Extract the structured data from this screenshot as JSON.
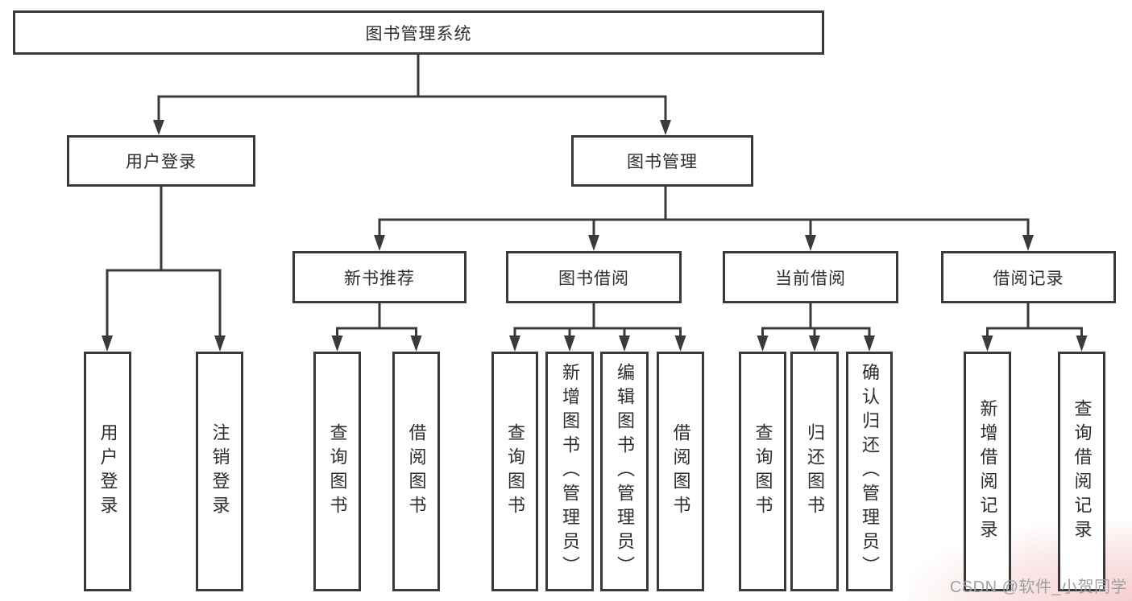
{
  "tree": {
    "label": "图书管理系统",
    "children": [
      {
        "label": "用户登录",
        "children": [
          {
            "label": "用户登录"
          },
          {
            "label": "注销登录"
          }
        ]
      },
      {
        "label": "图书管理",
        "children": [
          {
            "label": "新书推荐",
            "children": [
              {
                "label": "查询图书"
              },
              {
                "label": "借阅图书"
              }
            ]
          },
          {
            "label": "图书借阅",
            "children": [
              {
                "label": "查询图书"
              },
              {
                "label": "新增图书（管理员）"
              },
              {
                "label": "编辑图书（管理员）"
              },
              {
                "label": "借阅图书"
              }
            ]
          },
          {
            "label": "当前借阅",
            "children": [
              {
                "label": "查询图书"
              },
              {
                "label": "归还图书"
              },
              {
                "label": "确认归还（管理员）"
              }
            ]
          },
          {
            "label": "借阅记录",
            "children": [
              {
                "label": "新增借阅记录"
              },
              {
                "label": "查询借阅记录"
              }
            ]
          }
        ]
      }
    ]
  },
  "watermark": {
    "text": "CSDN @软件_小贺同学"
  },
  "colors": {
    "line": "#3a3a3a",
    "text": "#2d2d2d",
    "background": "#ffffff",
    "watermark_text": "#9f9f9f",
    "watermark_tint": "#f6cdcd"
  }
}
